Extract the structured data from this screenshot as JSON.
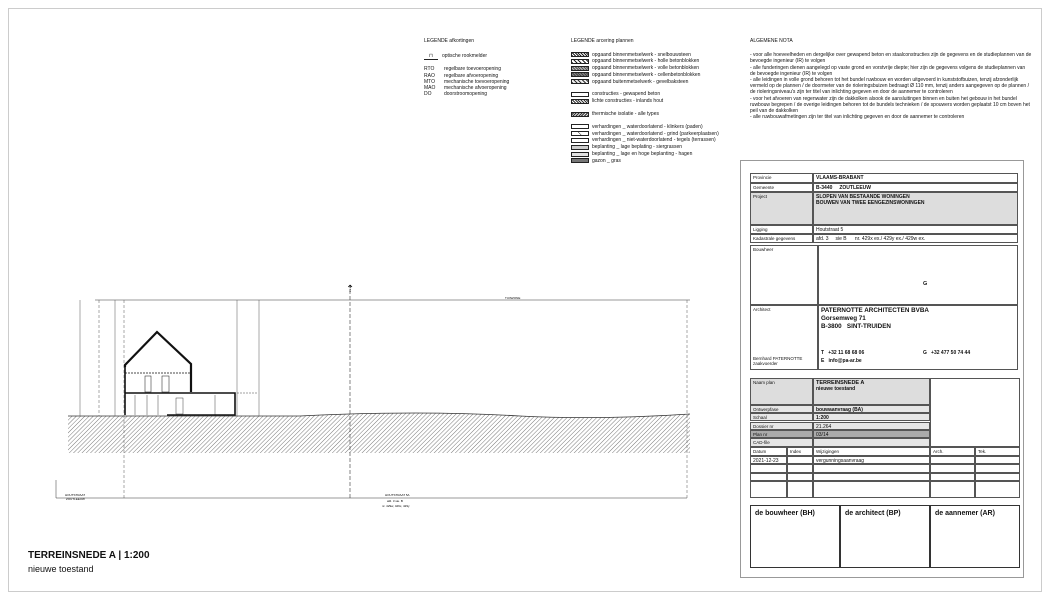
{
  "legend_abbr": {
    "title": "LEGENDE  afkortingen",
    "smoke": "optische rookmelder",
    "items": [
      [
        "RTO",
        "regelbare toevoeropening"
      ],
      [
        "RAO",
        "regelbare afvoeropening"
      ],
      [
        "MTO",
        "mechanische toevoeropening"
      ],
      [
        "MAO",
        "mechanische afvoeropening"
      ],
      [
        "DO",
        "doorstroomopening"
      ]
    ]
  },
  "legend_hatch": {
    "title": "LEGENDE  arcering plannen",
    "groups": [
      [
        "opgaand binnenmetselwerk - snelbouwsteen",
        "opgaand binnenmetselwerk - holle betonblokken",
        "opgaand binnenmetselwerk - volle betonblokken",
        "opgaand binnenmetselwerk - cellenbetonblokken",
        "opgaand buitenmetselwerk - gevelbaksteen"
      ],
      [
        "constructies - gewapend beton",
        "lichte constructies - inlands hout"
      ],
      [
        "thermische isolatie - alle types"
      ],
      [
        "verhardingen _ waterdoorlatend - klinkers (paden)",
        "verhardingen _ waterdoorlatend - grind (parkeerplaatsen)",
        "verhardingen _ niet-waterdoorlatend - tegels (terrassen)",
        "beplanting _ lage beplating - siergrassen",
        "beplanting _ lage en hoge beplanting - hagen",
        "gazon _ gras"
      ]
    ]
  },
  "nota": {
    "title": "ALGEMENE NOTA",
    "lines": [
      "- voor alle hoeveelheden en dergelijke over gewapend beton en staalconstructies zijn de gegevens en de studieplannen van de bevoegde ingenieur (IR) te volgen",
      "- alle funderingen dienen aangelegd op vaste grond en vorstvrije diepte; hier zijn de gegevens volgens de studieplannen van de bevoegde ingenieur (IR) te volgen",
      "- alle leidingen in volle grond behoren tot het bundel ruwbouw en worden uitgevoerd in kunststofbuizen, tenzij afzonderlijk vermeld op de plannen / de doormeter van de rioleringsbuizen bedraagt Ø 110 mm, tenzij anders aangegeven op de plannen / de rioleringsniveau's zijn ter titel van inlichting gegeven en door de aannemer te controleren",
      "- voor het afvoeren van regenwater zijn de dakkolken alsook de aansluitingen binnen en buiten het gebouw in het bundel ruwbouw begrepen / de overige leidingen behoren tot de bundels technieken / de spouwers worden geplaatst 10 cm boven het peil van de dakkolken",
      "- alle ruwbouwafmetingen zijn ter titel van inlichting gegeven en door de aannemer te controleren"
    ]
  },
  "project": {
    "provincie_l": "Provincie",
    "provincie": "VLAAMS-BRABANT",
    "gemeente_l": "Gemeente",
    "gemeente": "B-3440     ZOUTLEEUW",
    "project_l": "Project",
    "project1": "SLOPEN VAN BESTAANDE WONINGEN",
    "project2": "BOUWEN VAN TWEE EENGEZINSWONINGEN",
    "ligging_l": "Ligging",
    "ligging": "Houtstraat 5",
    "kad_l": "Kadastrale gegevens",
    "kad": "afd. 3     sie B      nr. 429x ex./ 429y ex./ 429w ex."
  },
  "bouwheer": {
    "label": "Bouwheer",
    "g": "G"
  },
  "architect": {
    "label": "Architect",
    "name": "PATERNOTTE ARCHITECTEN BVBA",
    "street": "Gorsemweg 71",
    "city": "B-3800   SINT-TRUIDEN",
    "person": "Bernhard PATERNOTTE",
    "role": "zaakvoerder",
    "tel": "T   +32 11 68 68 06",
    "gsm": "G   +32 477 50 74 44",
    "email": "E   info@pa-ar.be"
  },
  "plan": {
    "naam_l": "Naam plan",
    "naam1": "TERREINSNEDE A",
    "naam2": "nieuwe toestand",
    "fase_l": "Ontwerpfase",
    "fase": "bouwaanvraag (BA)",
    "schaal_l": "Schaal",
    "schaal": "1:200",
    "dossier_l": "Dossier nr",
    "dossier": "21.264",
    "plannr_l": "Plan nr",
    "plannr": "03/14",
    "cad_l": "CAD-file",
    "headers": [
      "Datum",
      "Index",
      "Wijzigingen",
      "Arch.",
      "Tek."
    ],
    "rows": [
      [
        "2021-12-23",
        "",
        "vergunningsaanvraag",
        "",
        ""
      ]
    ]
  },
  "signatures": [
    "de bouwheer (BH)",
    "de architect (BP)",
    "de aannemer (AR)"
  ],
  "drawing": {
    "title": "TERREINSNEDE A | 1:200",
    "subtitle": "nieuwe toestand",
    "street_left": "HOUTSTRAAT",
    "town_left": "ZOUTLEEUW",
    "street_right": "HOUTSTRAAT 5A",
    "plot1": "afd. 3 sie. B",
    "plot2": "nr. 429w, 429x, 429y",
    "top_label": "TUINZONE"
  }
}
